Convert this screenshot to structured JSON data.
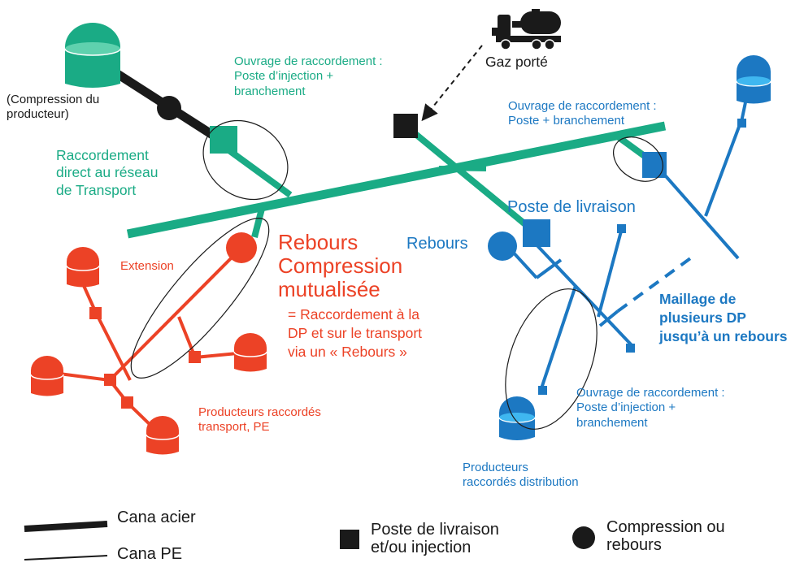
{
  "colors": {
    "transport_green": "#1aab85",
    "distribution_blue": "#1c78c2",
    "producer_red": "#ec4226",
    "steel_black": "#1a1a1a"
  },
  "labels": {
    "compression_producteur": "(Compression du\nproducteur)",
    "raccordement_direct": "Raccordement\ndirect au réseau\nde Transport",
    "ouvrage_green": "Ouvrage de raccordement :\nPoste d’injection +\nbranchement",
    "gaz_porte": "Gaz porté",
    "ouvrage_blue_top": "Ouvrage de raccordement :\nPoste + branchement",
    "poste_livraison": "Poste de livraison",
    "rebours_blue": "Rebours",
    "rebours_compression": "Rebours\nCompression\nmutualisée",
    "raccordement_dp": "= Raccordement à la\nDP et sur le transport\nvia un « Rebours »",
    "extension": "Extension",
    "maillage": "Maillage de\nplusieurs DP\njusqu’à un rebours",
    "ouvrage_blue_bottom": "Ouvrage de raccordement :\nPoste d’injection +\nbranchement",
    "producteurs_pe": "Producteurs raccordés\ntransport, PE",
    "producteurs_distribution": "Producteurs\nraccordés distribution"
  },
  "legend": {
    "cana_acier": "Cana acier",
    "cana_pe": "Cana PE",
    "poste_livraison_injection": "Poste de livraison\net/ou injection",
    "compression_rebours": "Compression ou\nrebours"
  },
  "icons": [
    "tank-icon",
    "truck-icon",
    "square-station-icon",
    "circle-compression-icon"
  ]
}
